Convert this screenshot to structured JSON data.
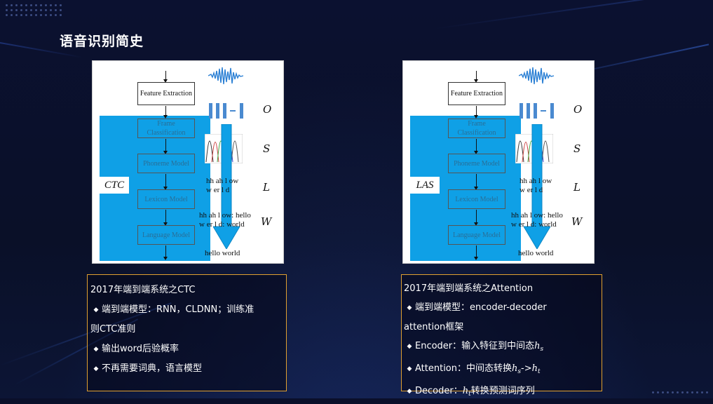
{
  "title": "语音识别简史",
  "figures": [
    {
      "model_label": "CTC",
      "stages": [
        "Feature Extraction",
        "Frame Classification",
        "Phoneme Model",
        "Lexicon Model",
        "Language Model"
      ],
      "phonemes": "hh ah l ow\nw er l d",
      "words": "hh ah l ow: hello\nw er l d: world",
      "output": "hello world",
      "side_letters": [
        "O",
        "S",
        "L",
        "W"
      ]
    },
    {
      "model_label": "LAS",
      "stages": [
        "Feature Extraction",
        "Frame Classification",
        "Phoneme Model",
        "Lexicon Model",
        "Language Model"
      ],
      "phonemes": "hh ah l ow\nw er l d",
      "words": "hh ah l ow: hello\nw er l d: world",
      "output": "hello world",
      "side_letters": [
        "O",
        "S",
        "L",
        "W"
      ]
    }
  ],
  "captions": {
    "left": {
      "heading": "2017年端到端系统之CTC",
      "bullet1_a": "端到端模型：RNN，CLDNN；训练准",
      "bullet1_b": "则CTC准则",
      "bullet2": "输出word后验概率",
      "bullet3": "不再需要词典，语言模型"
    },
    "right": {
      "heading": "2017年端到端系统之Attention",
      "bullet1_a": "端到端模型：encoder-decoder",
      "bullet1_b": "attention框架",
      "bullet2_pre": "Encoder：输入特征到中间态",
      "bullet3_pre": "Attention：中间态转换",
      "bullet3_mid": "->",
      "bullet4_pre": "Decoder：",
      "bullet4_post": "转换预测词序列",
      "math_h": "h",
      "sub_s": "s",
      "sub_t": "t"
    }
  },
  "colors": {
    "accent_blue": "#0fa0e6",
    "caption_border": "#e0a030",
    "background": "#0a0f2a"
  }
}
